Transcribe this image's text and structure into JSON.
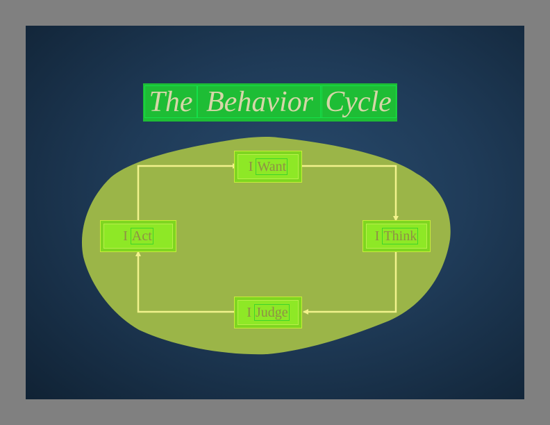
{
  "title": {
    "words": [
      "The",
      "Behavior",
      "Cycle"
    ]
  },
  "nodes": {
    "want": {
      "prefix": "I",
      "word": "Want"
    },
    "think": {
      "prefix": "I",
      "word": "Think"
    },
    "judge": {
      "prefix": "I",
      "word": "Judge"
    },
    "act": {
      "prefix": "I",
      "word": "Act"
    }
  },
  "cycle_order": [
    "I Want",
    "I Think",
    "I Judge",
    "I Act"
  ],
  "colors": {
    "frame": "#808080",
    "slide_background": "#1f3b58",
    "title_bar": "#1ebd35",
    "title_text": "#d6d6a8",
    "blob": "#9bb548",
    "node_fill": "#8ee826",
    "node_text": "#8f8f45",
    "arrow": "#f2f28c"
  }
}
